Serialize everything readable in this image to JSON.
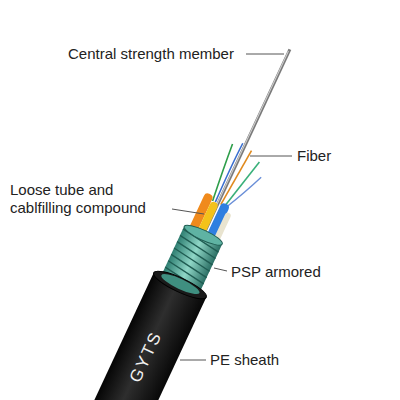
{
  "diagram": {
    "labels": [
      "Central strength member",
      "Fiber",
      "Loose tube and cablfilling compound",
      "PSP armored",
      "GYTS",
      "PE sheath"
    ]
  }
}
